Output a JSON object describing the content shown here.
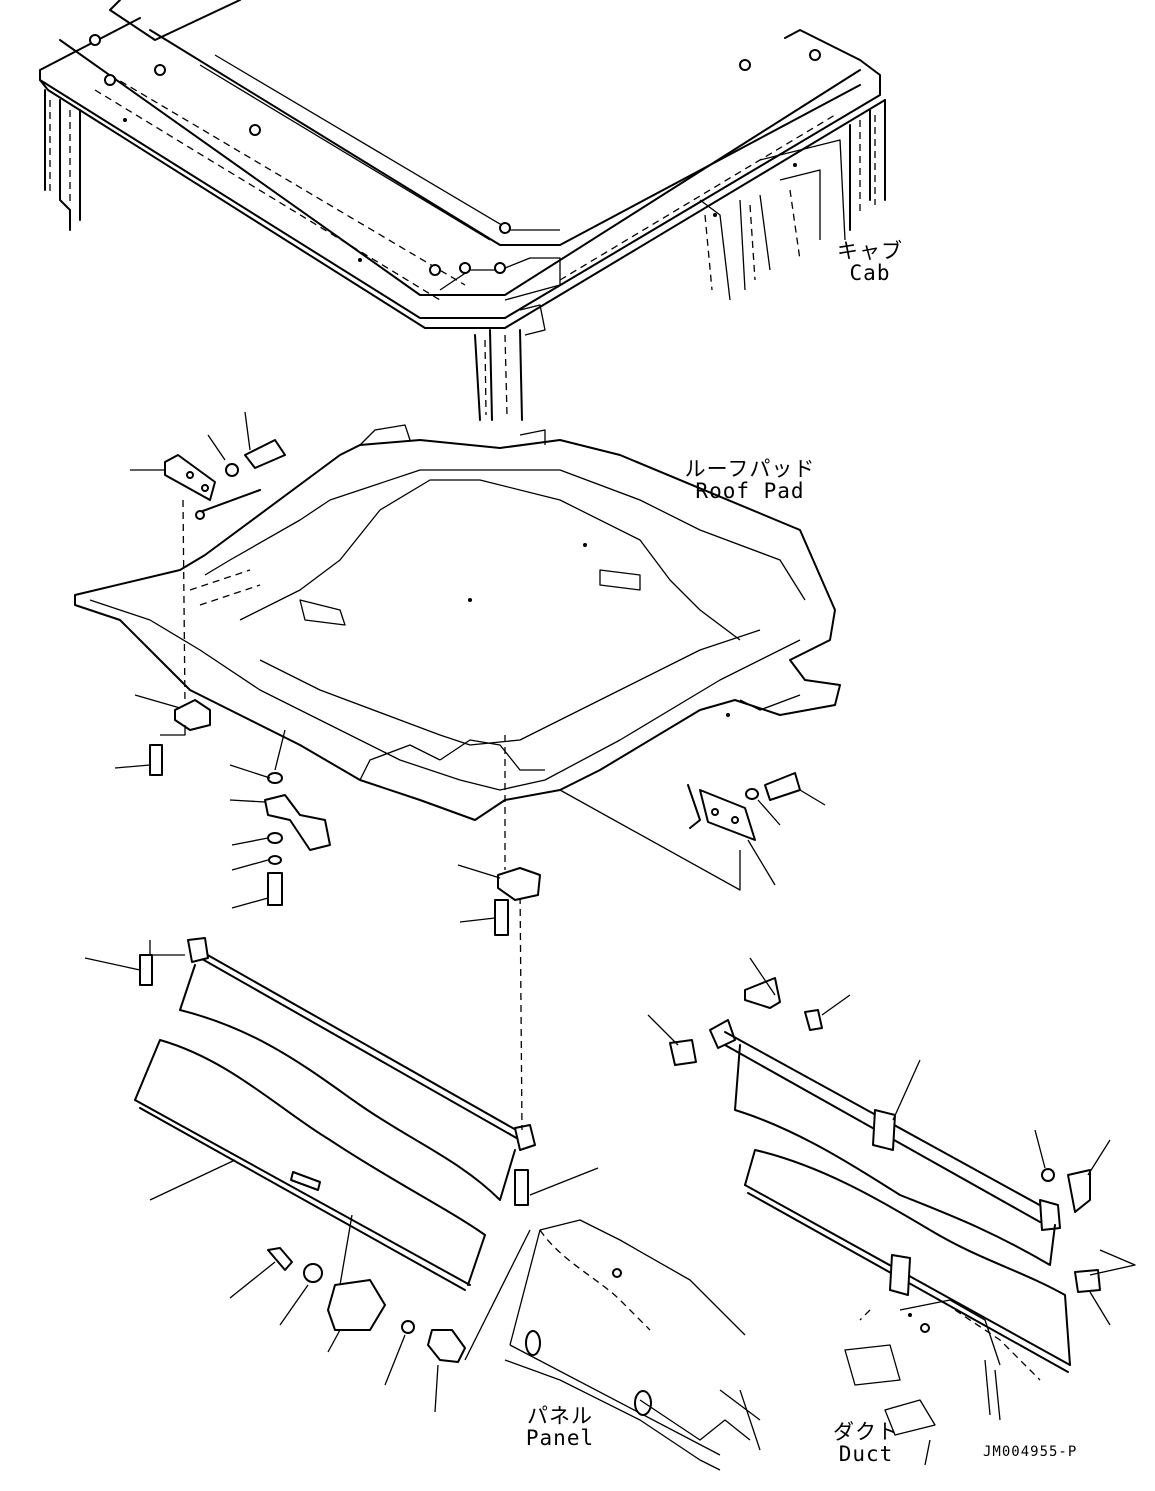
{
  "labels": {
    "cab": {
      "ja": "キャブ",
      "en": "Cab"
    },
    "roof_pad": {
      "ja": "ルーフパッド",
      "en": "Roof Pad"
    },
    "panel": {
      "ja": "パネル",
      "en": "Panel"
    },
    "duct": {
      "ja": "ダクト",
      "en": "Duct"
    }
  },
  "drawing_code": "JM004955-P"
}
